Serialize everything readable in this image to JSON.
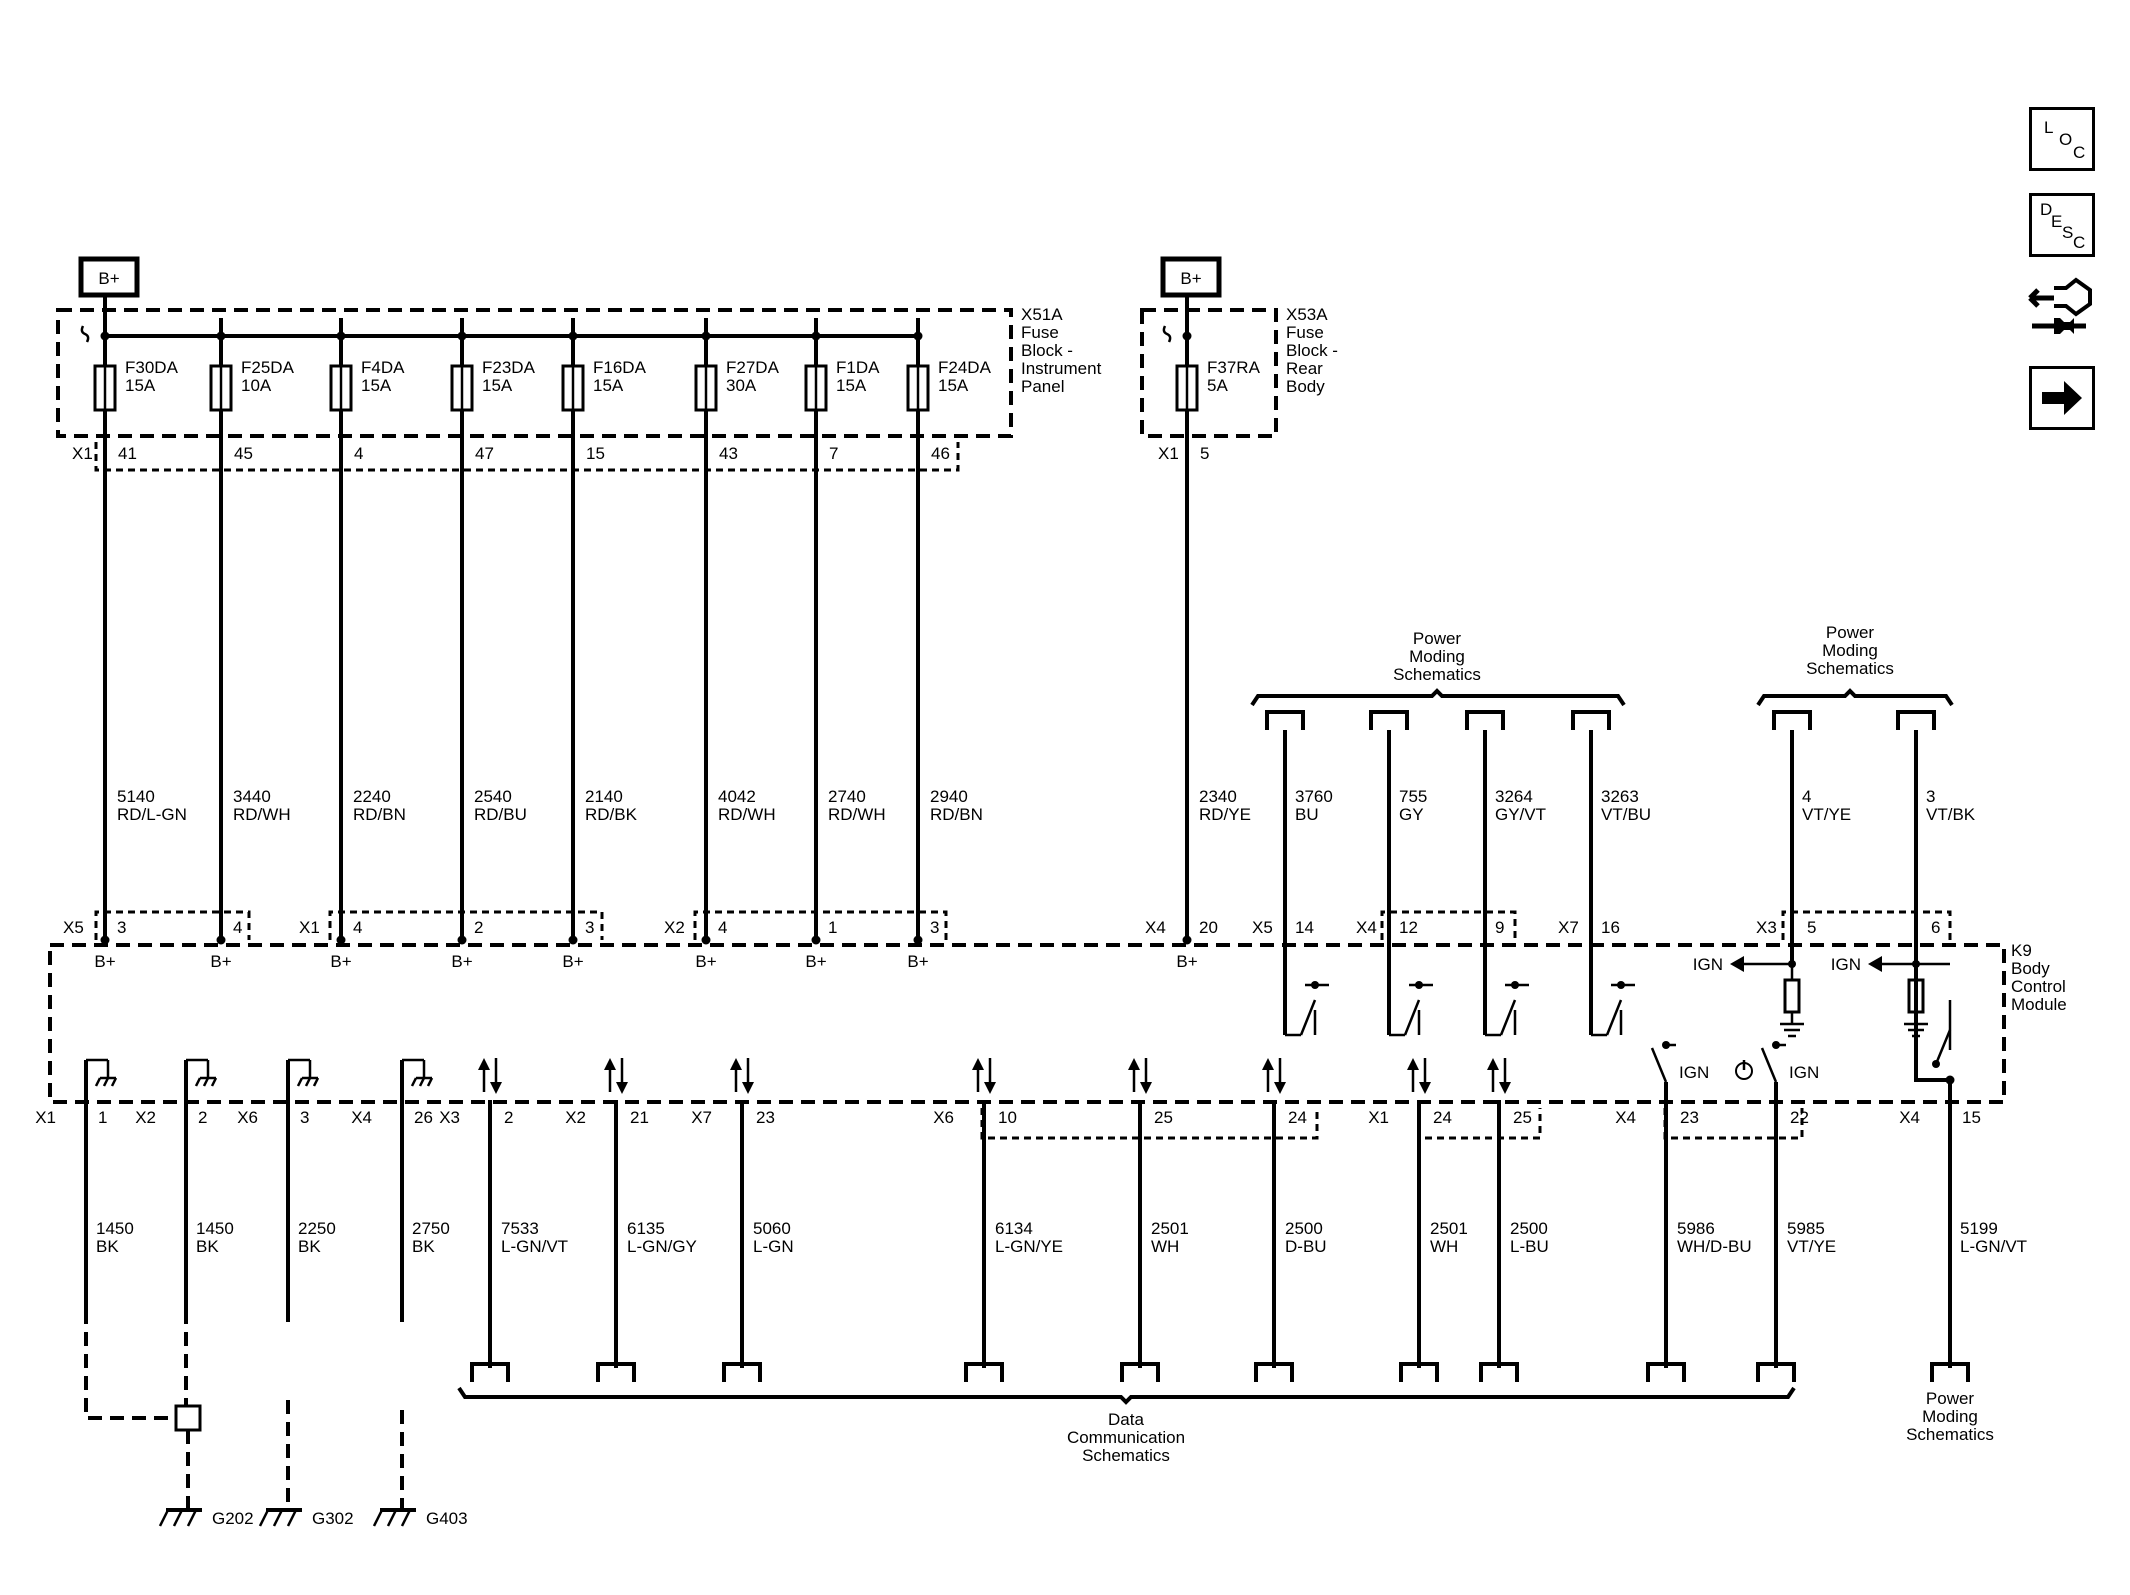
{
  "nav": {
    "loc": [
      "L",
      "O",
      "C"
    ],
    "desc": [
      "D",
      "E",
      "S",
      "C"
    ]
  },
  "power_symbol": "B+",
  "fuse_blocks": {
    "x51a": {
      "lines": [
        "X51A",
        "Fuse",
        "Block -",
        "Instrument",
        "Panel"
      ],
      "connector": "X1"
    },
    "x53a": {
      "lines": [
        "X53A",
        "Fuse",
        "Block -",
        "Rear",
        "Body"
      ],
      "connector": "X1"
    }
  },
  "fuses": [
    {
      "name": "F30DA",
      "rating": "15A",
      "pin": "41",
      "circuit": "5140",
      "color": "RD/L-GN"
    },
    {
      "name": "F25DA",
      "rating": "10A",
      "pin": "45",
      "circuit": "3440",
      "color": "RD/WH"
    },
    {
      "name": "F4DA",
      "rating": "15A",
      "pin": "4",
      "circuit": "2240",
      "color": "RD/BN"
    },
    {
      "name": "F23DA",
      "rating": "15A",
      "pin": "47",
      "circuit": "2540",
      "color": "RD/BU"
    },
    {
      "name": "F16DA",
      "rating": "15A",
      "pin": "15",
      "circuit": "2140",
      "color": "RD/BK"
    },
    {
      "name": "F27DA",
      "rating": "30A",
      "pin": "43",
      "circuit": "4042",
      "color": "RD/WH"
    },
    {
      "name": "F1DA",
      "rating": "15A",
      "pin": "7",
      "circuit": "2740",
      "color": "RD/WH"
    },
    {
      "name": "F24DA",
      "rating": "15A",
      "pin": "46",
      "circuit": "2940",
      "color": "RD/BN"
    },
    {
      "name": "F37RA",
      "rating": "5A",
      "pin": "5",
      "circuit": "2340",
      "color": "RD/YE"
    }
  ],
  "bcm_power_pins": [
    {
      "conn": "X5",
      "pin": "3"
    },
    {
      "conn": "",
      "pin": "4"
    },
    {
      "conn": "X1",
      "pin": "4"
    },
    {
      "conn": "",
      "pin": "2"
    },
    {
      "conn": "",
      "pin": "3"
    },
    {
      "conn": "X2",
      "pin": "4"
    },
    {
      "conn": "",
      "pin": "1"
    },
    {
      "conn": "",
      "pin": "3"
    },
    {
      "conn": "X4",
      "pin": "20"
    }
  ],
  "module": {
    "lines": [
      "K9",
      "Body",
      "Control",
      "Module"
    ],
    "bplus": "B+",
    "ign": "IGN"
  },
  "power_moding": {
    "lines": [
      "Power",
      "Moding",
      "Schematics"
    ]
  },
  "data_comm": {
    "lines": [
      "Data",
      "Communication",
      "Schematics"
    ]
  },
  "switch_inputs": [
    {
      "conn": "X5",
      "pin": "14",
      "circuit": "3760",
      "color": "BU"
    },
    {
      "conn": "X4",
      "pin": "12",
      "circuit": "755",
      "color": "GY"
    },
    {
      "conn": "",
      "pin": "9",
      "circuit": "3264",
      "color": "GY/VT"
    },
    {
      "conn": "X7",
      "pin": "16",
      "circuit": "3263",
      "color": "VT/BU"
    }
  ],
  "ign_inputs": [
    {
      "conn": "X3",
      "pin": "5",
      "circuit": "4",
      "color": "VT/YE"
    },
    {
      "conn": "",
      "pin": "6",
      "circuit": "3",
      "color": "VT/BK"
    }
  ],
  "grounds": [
    {
      "conn": "X1",
      "pin": "1",
      "circuit": "1450",
      "color": "BK"
    },
    {
      "conn": "X2",
      "pin": "2",
      "circuit": "1450",
      "color": "BK"
    },
    {
      "conn": "X6",
      "pin": "3",
      "circuit": "2250",
      "color": "BK"
    },
    {
      "conn": "X4",
      "pin": "26",
      "circuit": "2750",
      "color": "BK"
    }
  ],
  "ground_points": [
    "G202",
    "G302",
    "G403"
  ],
  "data_lines": [
    {
      "conn": "X3",
      "pin": "2",
      "circuit": "7533",
      "color": "L-GN/VT"
    },
    {
      "conn": "X2",
      "pin": "21",
      "circuit": "6135",
      "color": "L-GN/GY"
    },
    {
      "conn": "X7",
      "pin": "23",
      "circuit": "5060",
      "color": "L-GN"
    },
    {
      "conn": "X6",
      "pin": "10",
      "circuit": "6134",
      "color": "L-GN/YE"
    },
    {
      "conn": "",
      "pin": "25",
      "circuit": "2501",
      "color": "WH"
    },
    {
      "conn": "",
      "pin": "24",
      "circuit": "2500",
      "color": "D-BU"
    },
    {
      "conn": "X1",
      "pin": "24",
      "circuit": "2501",
      "color": "WH"
    },
    {
      "conn": "",
      "pin": "25",
      "circuit": "2500",
      "color": "L-BU"
    }
  ],
  "output_lines": [
    {
      "conn": "X4",
      "pin": "23",
      "circuit": "5986",
      "color": "WH/D-BU",
      "label": "IGN"
    },
    {
      "conn": "",
      "pin": "22",
      "circuit": "5985",
      "color": "VT/YE",
      "label": "IGN"
    },
    {
      "conn": "X4",
      "pin": "15",
      "circuit": "5199",
      "color": "L-GN/VT"
    }
  ]
}
